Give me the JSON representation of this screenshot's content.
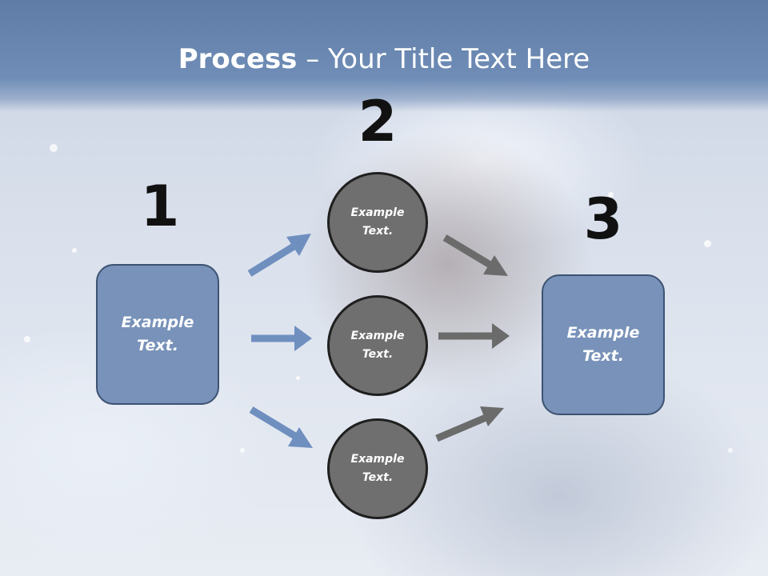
{
  "title": {
    "bold": "Process",
    "rest": " – Your Title Text Here"
  },
  "steps": {
    "one": "1",
    "two": "2",
    "three": "3"
  },
  "boxes": {
    "left": {
      "line1": "Example",
      "line2": "Text."
    },
    "right": {
      "line1": "Example",
      "line2": "Text."
    }
  },
  "circles": [
    {
      "line1": "Example",
      "line2": "Text."
    },
    {
      "line1": "Example",
      "line2": "Text."
    },
    {
      "line1": "Example",
      "line2": "Text."
    }
  ],
  "colors": {
    "header": "#6f8db6",
    "box_fill": "#7892b9",
    "box_border": "#3d5272",
    "circle_fill": "#6f6f6f",
    "blue_arrow": "#6f8fbf",
    "gray_arrow": "#6b6b6b"
  }
}
